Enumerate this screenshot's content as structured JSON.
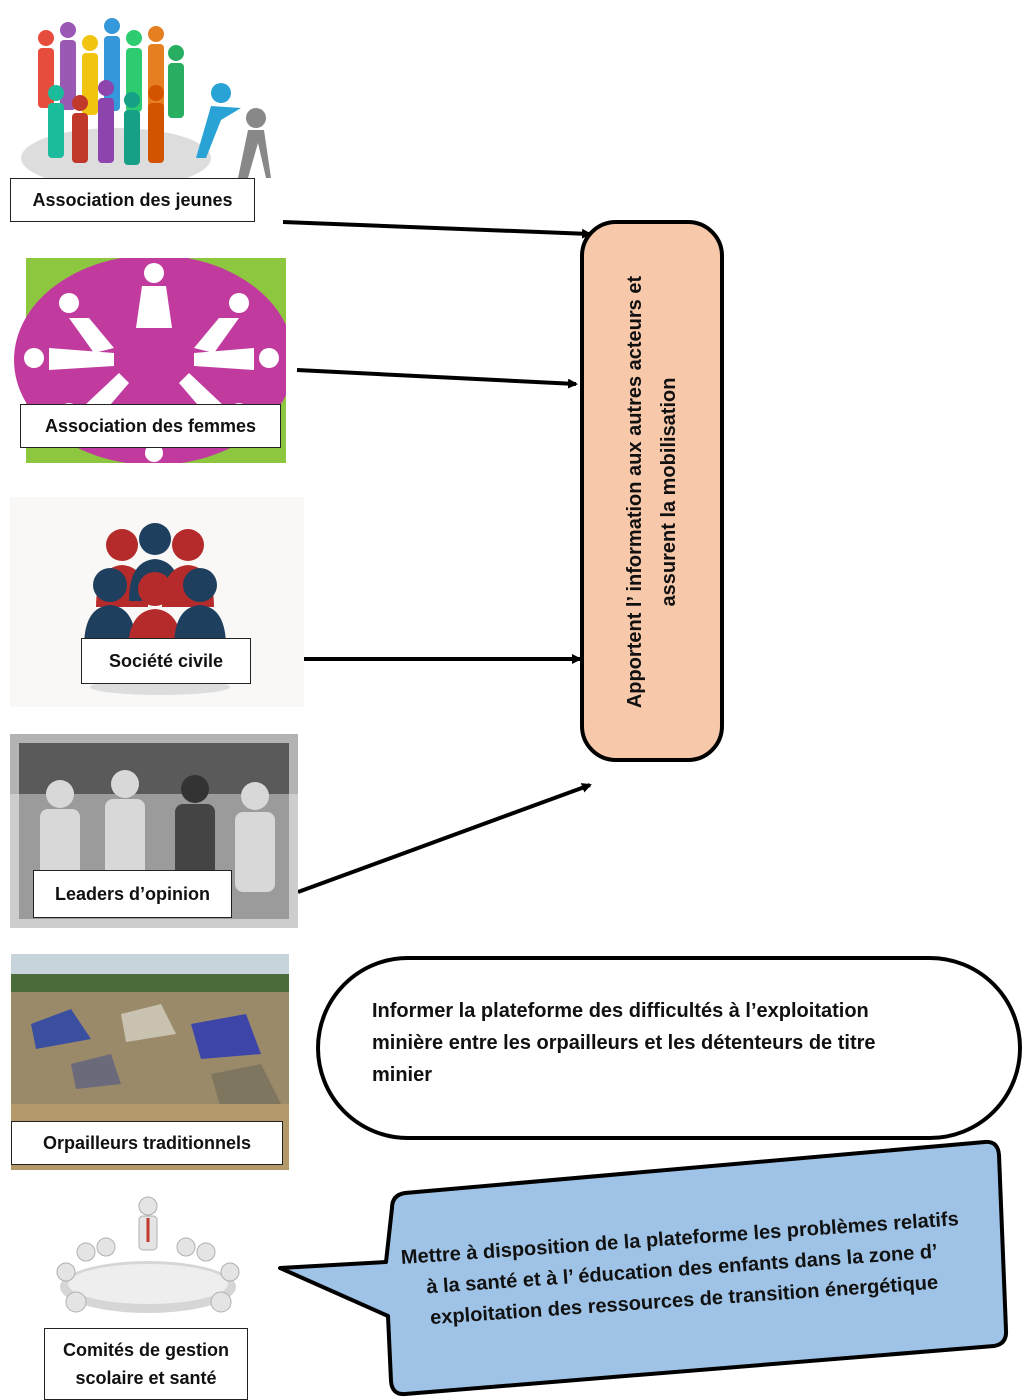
{
  "sources": [
    {
      "label": "Association des jeunes"
    },
    {
      "label": "Association des femmes"
    },
    {
      "label": "Société civile"
    },
    {
      "label": "Leaders d’opinion"
    },
    {
      "label": "Orpailleurs traditionnels"
    },
    {
      "label": "Comités de gestion scolaire et santé"
    }
  ],
  "center_box": {
    "text": "Apportent l’ information aux autres acteurs et assurent la mobilisation",
    "fill": "#f8c8aa"
  },
  "oval_note": {
    "text": "Informer la plateforme des difficultés à l’exploitation minière entre les orpailleurs et les détenteurs de titre minier"
  },
  "callout": {
    "text": "Mettre à disposition de la plateforme les problèmes relatifs à la santé et à l’ éducation des enfants dans la zone d’ exploitation des ressources de transition énergétique",
    "fill": "#9fc3e6"
  }
}
